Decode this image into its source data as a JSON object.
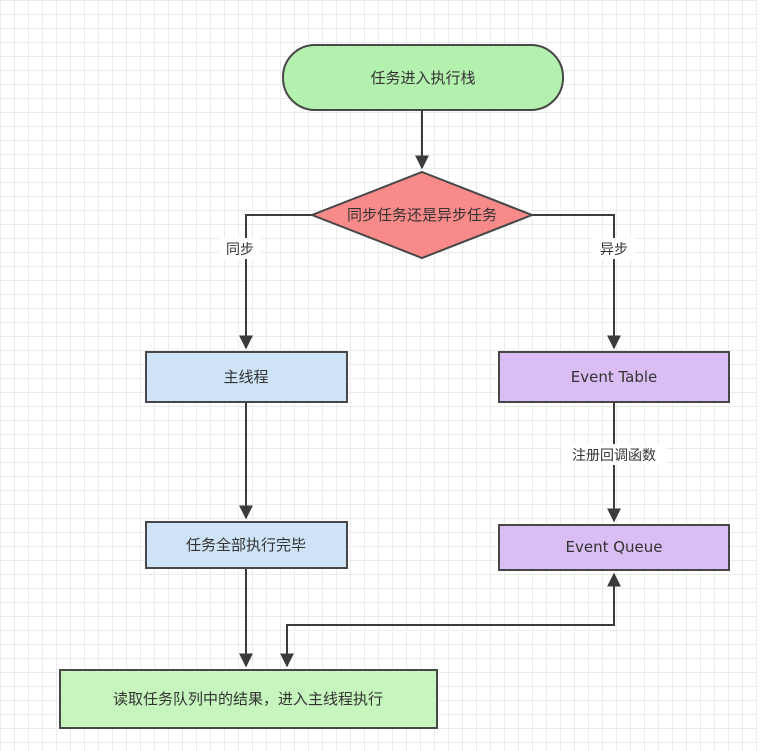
{
  "diagram": {
    "title": "JavaScript task execution flowchart",
    "nodes": {
      "start": {
        "label": "任务进入执行栈",
        "shape": "stadium"
      },
      "decision": {
        "label": "同步任务还是异步任务",
        "shape": "diamond"
      },
      "main_thread": {
        "label": "主线程",
        "shape": "rect"
      },
      "event_table": {
        "label": "Event Table",
        "shape": "rect"
      },
      "all_done": {
        "label": "任务全部执行完毕",
        "shape": "rect"
      },
      "event_queue": {
        "label": "Event Queue",
        "shape": "rect"
      },
      "read_queue": {
        "label": "读取任务队列中的结果，进入主线程执行",
        "shape": "rect"
      }
    },
    "edge_labels": {
      "sync": "同步",
      "async": "异步",
      "register_callback": "注册回调函数"
    },
    "colors": {
      "start_fill": "#b5f1ae",
      "decision_fill": "#f98a8a",
      "blue_fill": "#cfe3f7",
      "purple_fill": "#d9bdf3",
      "read_fill": "#c6f5bd",
      "stroke": "#474747",
      "line": "#3b3b3b",
      "text": "#333333",
      "grid": "#e9ebec",
      "background": "#ffffff"
    }
  }
}
